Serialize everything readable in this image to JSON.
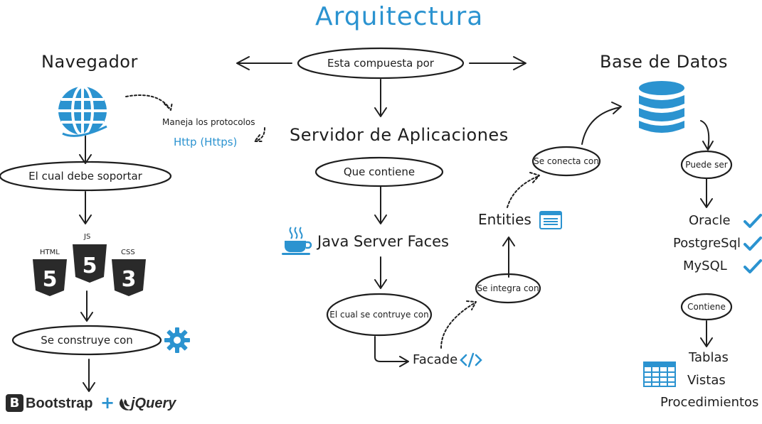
{
  "title": "Arquitectura",
  "center": {
    "composed_label": "Esta compuesta por",
    "server_heading": "Servidor de Aplicaciones",
    "contains_label": "Que contiene",
    "jsf_label": "Java Server Faces",
    "built_label": "El cual se contruye con",
    "facade_label": "Facade",
    "integrates_label": "Se integra con",
    "entities_label": "Entities",
    "connects_label": "Se conecta con"
  },
  "left": {
    "heading": "Navegador",
    "protocols_label": "Maneja los protocolos",
    "protocols_value": "Http (Https)",
    "support_label": "El cual debe soportar",
    "tech": {
      "html": "HTML",
      "js": "JS",
      "css": "CSS"
    },
    "tech_glyph": {
      "html": "5",
      "js": "5",
      "css": "3"
    },
    "built_label": "Se construye con",
    "bootstrap_letter": "B",
    "bootstrap_label": "Bootstrap",
    "plus": "+",
    "jquery_label": "jQuery"
  },
  "right": {
    "heading": "Base de Datos",
    "can_be_label": "Puede ser",
    "databases": [
      "Oracle",
      "PostgreSql",
      "MySQL"
    ],
    "contains_label": "Contiene",
    "objects": [
      "Tablas",
      "Vistas",
      "Procedimientos"
    ]
  },
  "colors": {
    "accent": "#2b93d0",
    "ink": "#1e1e1e"
  },
  "icons": [
    "globe-icon",
    "database-icon",
    "coffee-cup-icon",
    "gear-icon",
    "code-icon",
    "list-window-icon",
    "spreadsheet-icon",
    "check-icon"
  ]
}
